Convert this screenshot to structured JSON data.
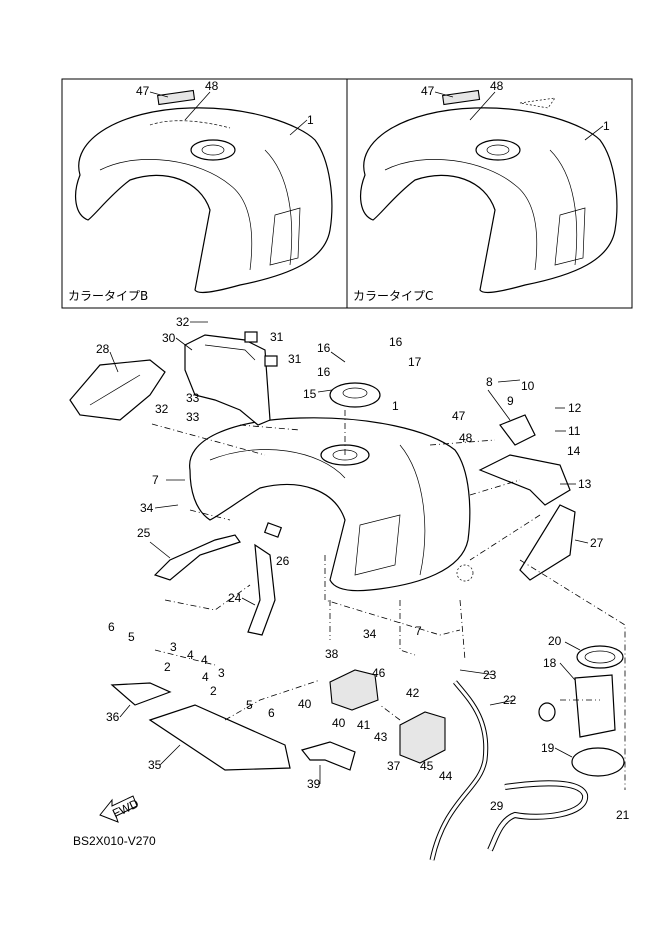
{
  "insets": [
    {
      "caption": "カラータイプB",
      "labels": [
        "47",
        "48",
        "1"
      ]
    },
    {
      "caption": "カラータイプC",
      "labels": [
        "47",
        "48",
        "1"
      ]
    }
  ],
  "callouts": [
    "32",
    "30",
    "31",
    "31",
    "28",
    "16",
    "16",
    "16",
    "17",
    "15",
    "1",
    "8",
    "10",
    "9",
    "12",
    "11",
    "14",
    "13",
    "47",
    "48",
    "33",
    "33",
    "32",
    "7",
    "34",
    "25",
    "26",
    "24",
    "27",
    "6",
    "5",
    "3",
    "4",
    "4",
    "2",
    "4",
    "3",
    "2",
    "5",
    "6",
    "7",
    "34",
    "20",
    "18",
    "23",
    "22",
    "19",
    "21",
    "38",
    "46",
    "42",
    "41",
    "43",
    "40",
    "40",
    "36",
    "35",
    "39",
    "37",
    "45",
    "44",
    "29"
  ],
  "fwd_label": "FWD",
  "drawing_code": "BS2X010-V270"
}
